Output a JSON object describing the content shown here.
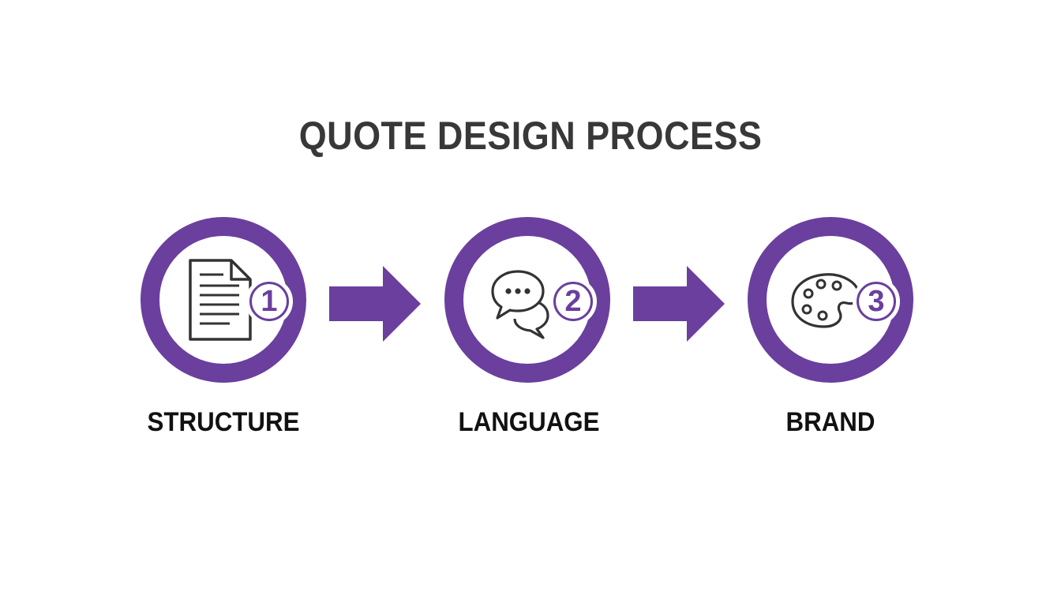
{
  "title": "QUOTE DESIGN PROCESS",
  "colors": {
    "accent": "#6a3f9e",
    "title": "#383838",
    "label": "#111111",
    "icon_stroke": "#333333"
  },
  "steps": [
    {
      "number": "1",
      "label": "STRUCTURE",
      "icon": "document-icon"
    },
    {
      "number": "2",
      "label": "LANGUAGE",
      "icon": "speech-bubbles-icon"
    },
    {
      "number": "3",
      "label": "BRAND",
      "icon": "palette-icon"
    }
  ]
}
